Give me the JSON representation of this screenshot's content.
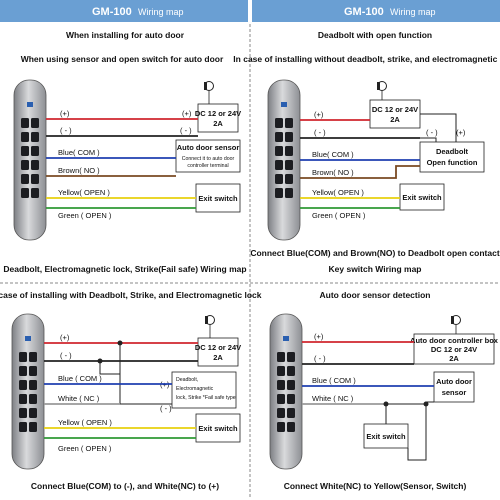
{
  "colors": {
    "header": "#6a9fd3",
    "red": "#d0262e",
    "black": "#222222",
    "blue": "#1f3fb0",
    "brown": "#7a4a22",
    "white": "#9a9a9a",
    "yellow": "#e7d10e",
    "green": "#2f9a35"
  },
  "icons": [
    "keypad-device",
    "power-plug-icon"
  ],
  "panels": {
    "p1": {
      "title": "GM-100",
      "subtitle": "Wiring map",
      "heading": "When installing for auto door",
      "subheading": "When using sensor and open switch for auto door",
      "plus": "(+)",
      "minus": "( - )",
      "blue": "Blue( COM )",
      "brown": "Brown( NO )",
      "yellow": "Yellow( OPEN )",
      "green": "Green ( OPEN )",
      "power_line1": "DC 12 or 24V",
      "power_line2": "2A",
      "box_plus": "(+)",
      "box_minus": "( - )",
      "autodoor_title": "Auto door sensor",
      "autodoor_note1": "Connect it to auto door",
      "autodoor_note2": "controller terminal",
      "exit": "Exit switch"
    },
    "p2": {
      "title": "GM-100",
      "subtitle": "Wiring map",
      "heading": "Deadbolt with open function",
      "subheading": "In case of installing without deadbolt, strike, and electromagnetic lock",
      "plus": "(+)",
      "minus": "( - )",
      "blue": "Blue( COM )",
      "brown": "Brown( NO )",
      "yellow": "Yellow( OPEN )",
      "green": "Green ( OPEN )",
      "power_line1": "DC 12 or 24V",
      "power_line2": "2A",
      "box_minus": "( - )",
      "box_plus": "(+)",
      "deadbolt1": "Deadbolt",
      "deadbolt2": "Open function",
      "exit": "Exit switch",
      "caption": "Connect Blue(COM) and Brown(NO) to Deadbolt open contact"
    },
    "p3": {
      "heading": "Deadbolt, Electromagnetic lock, Strike(Fail safe) Wiring map",
      "subheading": "In case of installing with Deadbolt, Strike, and Electromagnetic lock",
      "plus": "(+)",
      "minus": "( - )",
      "blue": "Blue ( COM )",
      "white": "White ( NC )",
      "yellow": "Yellow ( OPEN )",
      "green": "Green ( OPEN )",
      "power_line1": "DC 12 or 24V",
      "power_line2": "2A",
      "box_plus": "(+)",
      "box_minus": "( - )",
      "lock1": "Deadbolt,",
      "lock2": "Electromagnetic",
      "lock3": "lock, Strike  *Fail safe type",
      "exit": "Exit switch",
      "caption": "Connect Blue(COM) to (-), and White(NC) to (+)"
    },
    "p4": {
      "heading": "Key switch Wiring map",
      "subheading": "Auto door sensor detection",
      "plus": "(+)",
      "minus": "( - )",
      "blue": "Blue ( COM )",
      "white": "White ( NC )",
      "power_line1": "Auto door controller box",
      "power_line2": "DC 12 or 24V",
      "power_line3": "2A",
      "sensor1": "Auto door",
      "sensor2": "sensor",
      "exit": "Exit switch",
      "caption": "Connect White(NC) to Yellow(Sensor, Switch)"
    }
  }
}
